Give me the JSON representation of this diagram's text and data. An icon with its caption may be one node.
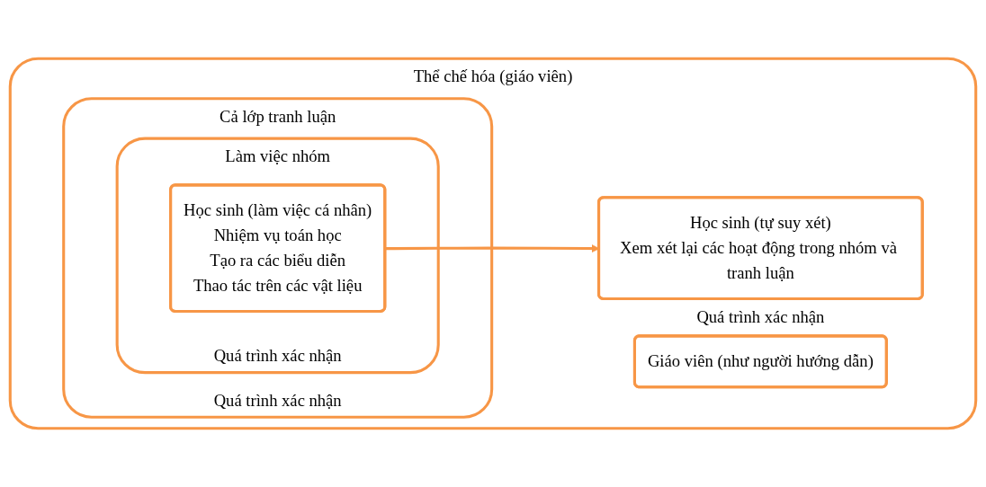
{
  "diagram": {
    "nodes": [
      {
        "text": [
          "Thể chế hóa (giáo viên)"
        ]
      },
      {
        "text": [
          "Cả lớp tranh luận",
          "Quá trình xác nhận"
        ],
        "in": 0
      },
      {
        "text": [
          "Làm việc nhóm",
          "Quá trình xác nhận"
        ],
        "in": 1
      },
      {
        "text": [
          "Học sinh (làm việc cá nhân)",
          "Nhiệm vụ toán học",
          "Tạo ra các biểu diễn",
          "Thao tác trên các vật liệu"
        ],
        "in": 2
      },
      {
        "text": [
          "Giáo viên (như người hướng dẫn)"
        ],
        "in": 0
      },
      {
        "text": [
          "Học sinh (tự suy xét)",
          "Xem xét lại các hoạt động trong nhóm và tranh luận"
        ],
        "beside": [
          "Quá trình xác nhận"
        ],
        "in": 0
      }
    ],
    "edges": [
      {
        "from": 3,
        "to": 5,
        "arrow": "to"
      }
    ]
  }
}
